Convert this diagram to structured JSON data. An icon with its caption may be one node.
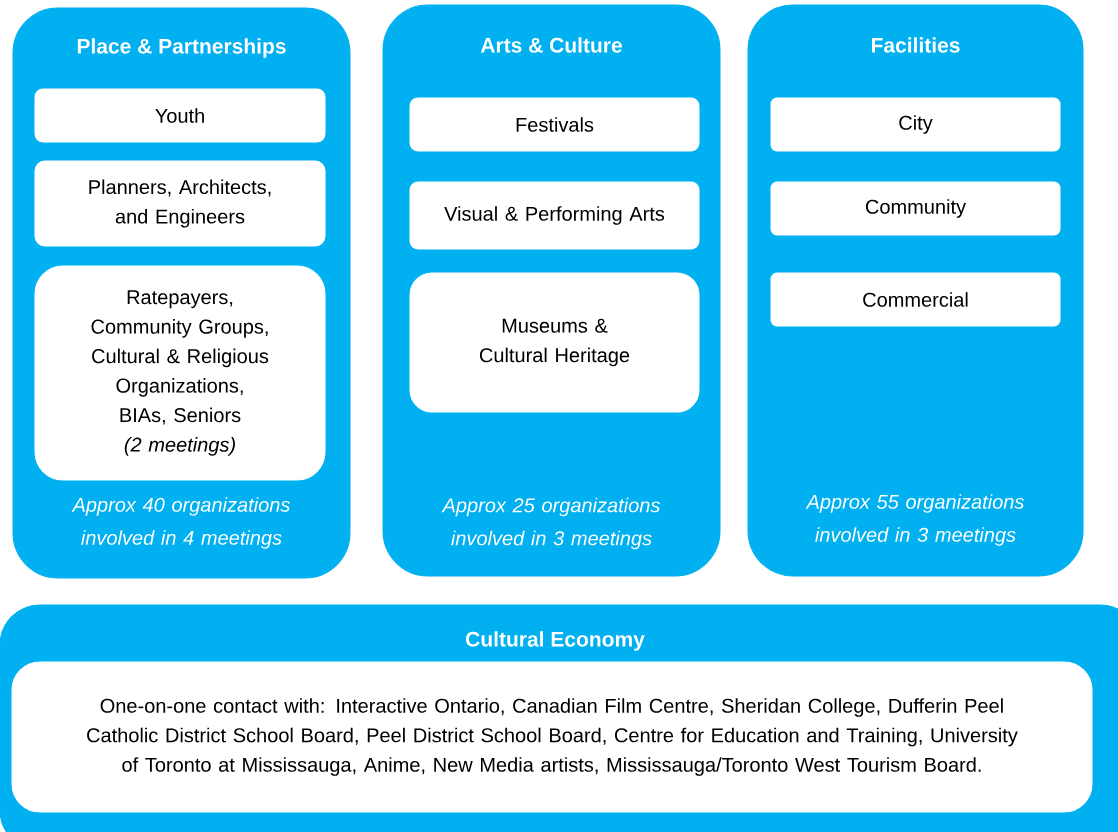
{
  "diagram": {
    "nodes": [
      {
        "text": [
          "Place & Partnerships",
          "Approx 40 organizations involved in 4 meetings"
        ]
      },
      {
        "text": [
          "Youth"
        ],
        "in": 0
      },
      {
        "text": [
          "Planners, Architects, and Engineers"
        ],
        "in": 0
      },
      {
        "text": [
          "Ratepayers, Community Groups, Cultural & Religious Organizations, BIAs, Seniors",
          "(2 meetings)"
        ],
        "in": 0
      },
      {
        "text": [
          "Arts & Culture",
          "Approx 25 organizations involved in 3 meetings"
        ]
      },
      {
        "text": [
          "Festivals"
        ],
        "in": 4
      },
      {
        "text": [
          "Visual & Performing Arts"
        ],
        "in": 4
      },
      {
        "text": [
          "Museums & Cultural Heritage"
        ],
        "in": 4
      },
      {
        "text": [
          "Facilities",
          "Approx 55 organizations involved in 3 meetings"
        ]
      },
      {
        "text": [
          "City"
        ],
        "in": 8
      },
      {
        "text": [
          "Community"
        ],
        "in": 8
      },
      {
        "text": [
          "Commercial"
        ],
        "in": 8
      },
      {
        "text": [
          "Cultural Economy"
        ]
      },
      {
        "text": [
          "One-on-one contact with: Interactive Ontario, Canadian Film Centre, Sheridan College, Dufferin Peel Catholic District School Board, Peel District School Board, Centre for Education and Training, University of Toronto at Mississauga, Anime, New Media artists, Mississauga/Toronto West Tourism Board."
        ],
        "in": 12
      }
    ],
    "edges": []
  }
}
